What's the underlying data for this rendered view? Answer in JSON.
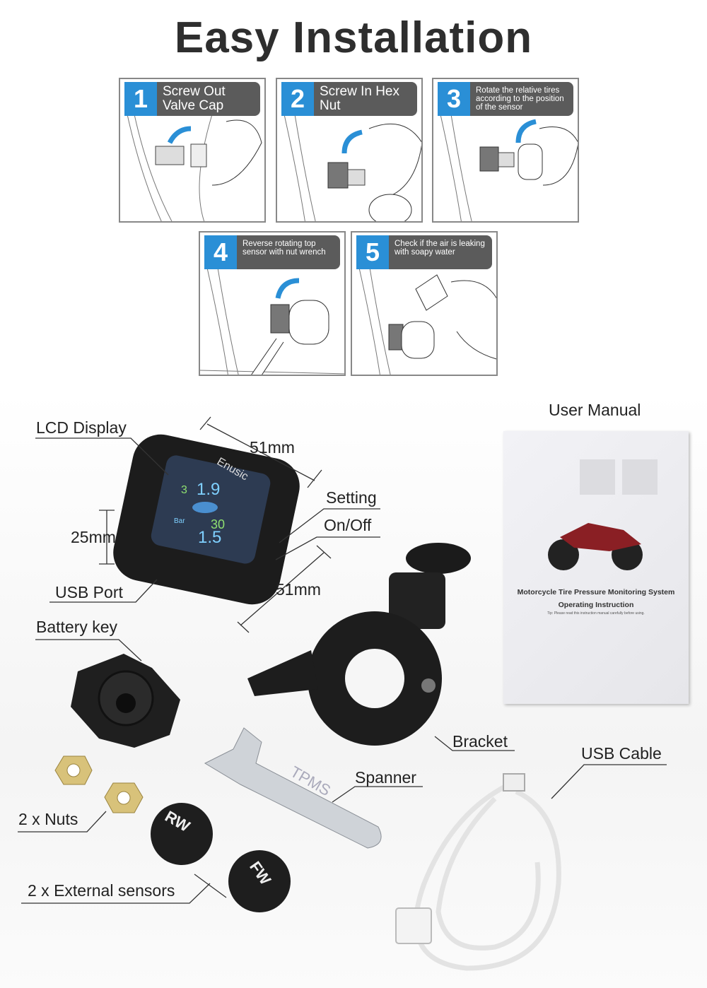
{
  "title": "Easy Installation",
  "steps": [
    {
      "number": "1",
      "caption": "Screw Out Valve Cap"
    },
    {
      "number": "2",
      "caption": "Screw In Hex Nut"
    },
    {
      "number": "3",
      "caption": "Rotate the relative tires according to the position of the sensor"
    },
    {
      "number": "4",
      "caption": "Reverse rotating top sensor with nut wrench"
    },
    {
      "number": "5",
      "caption": "Check if the air is leaking with soapy water"
    }
  ],
  "labels": {
    "lcd_display": "LCD Display",
    "width_dim": "51mm",
    "height_dim": "25mm",
    "depth_dim": "51mm",
    "setting": "Setting",
    "on_off": "On/Off",
    "usb_port": "USB Port",
    "battery_key": "Battery key",
    "nuts": "2 x Nuts",
    "external_sensors": "2 x External sensors",
    "spanner": "Spanner",
    "bracket": "Bracket",
    "usb_cable": "USB Cable",
    "user_manual": "User Manual"
  },
  "device": {
    "brand": "Enusic",
    "unit": "Bar",
    "readings": [
      "1.9",
      "3",
      "30",
      "1.5"
    ]
  },
  "sensors": [
    "RW",
    "FW"
  ],
  "spanner_text": "TPMS",
  "manual": {
    "title": "Motorcycle Tire Pressure Monitoring System",
    "subtitle": "Operating Instruction",
    "tip": "Tip: Please read this instruction manual carefully before using."
  },
  "colors": {
    "accent": "#2a8fd6",
    "caption_bg": "#5b5b5b"
  }
}
